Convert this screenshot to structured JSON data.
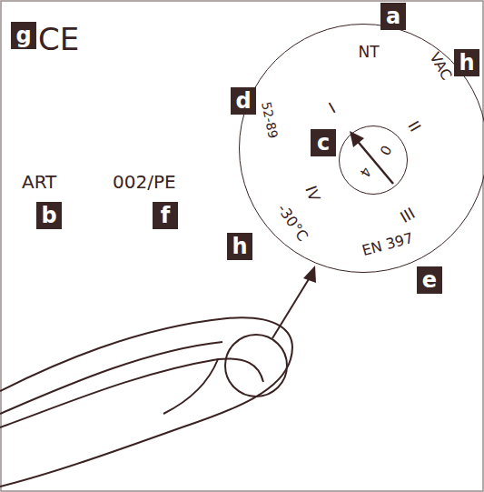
{
  "diagram": {
    "nodes": [
      {
        "text": [
          "NT",
          "VAC",
          "52-89",
          "-30°C",
          "EN 397",
          "I",
          "II",
          "III",
          "IV"
        ]
      },
      {
        "text": [
          "0",
          "4"
        ],
        "in": 0
      }
    ],
    "labels": [
      "g",
      "CE",
      "ART",
      "b",
      "002/PE",
      "f",
      "a",
      "h",
      "d",
      "c",
      "h",
      "e"
    ]
  }
}
